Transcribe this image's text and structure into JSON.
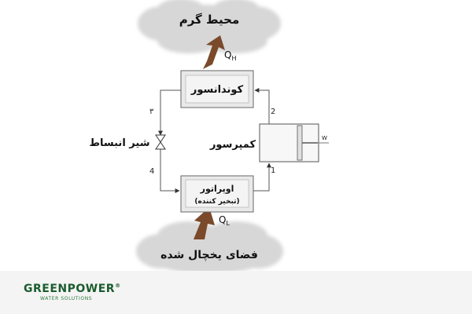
{
  "diagram": {
    "hot_env_label": "محیط گرم",
    "cold_env_label": "فضای یخچال شده",
    "condenser_label": "کوندانسور",
    "evaporator_line1": "اوپراتور",
    "evaporator_line2": "(تبخیر کننده)",
    "compressor_label": "کمپرسور",
    "expansion_valve_label": "شیر انبساط",
    "qh_main": "Q",
    "qh_sub": "H",
    "ql_main": "Q",
    "ql_sub": "L",
    "work_label": "W",
    "state_1": "1",
    "state_2": "2",
    "state_3": "۳",
    "state_4": "4",
    "heat_arrow_color": "#7a4a2b",
    "cloud_color": "#d7d7d7"
  },
  "footer": {
    "brand_name": "GREENPOWER",
    "brand_mark": "®",
    "brand_sub": "WATER SOLUTIONS",
    "brand_color": "#1a5c2e"
  }
}
